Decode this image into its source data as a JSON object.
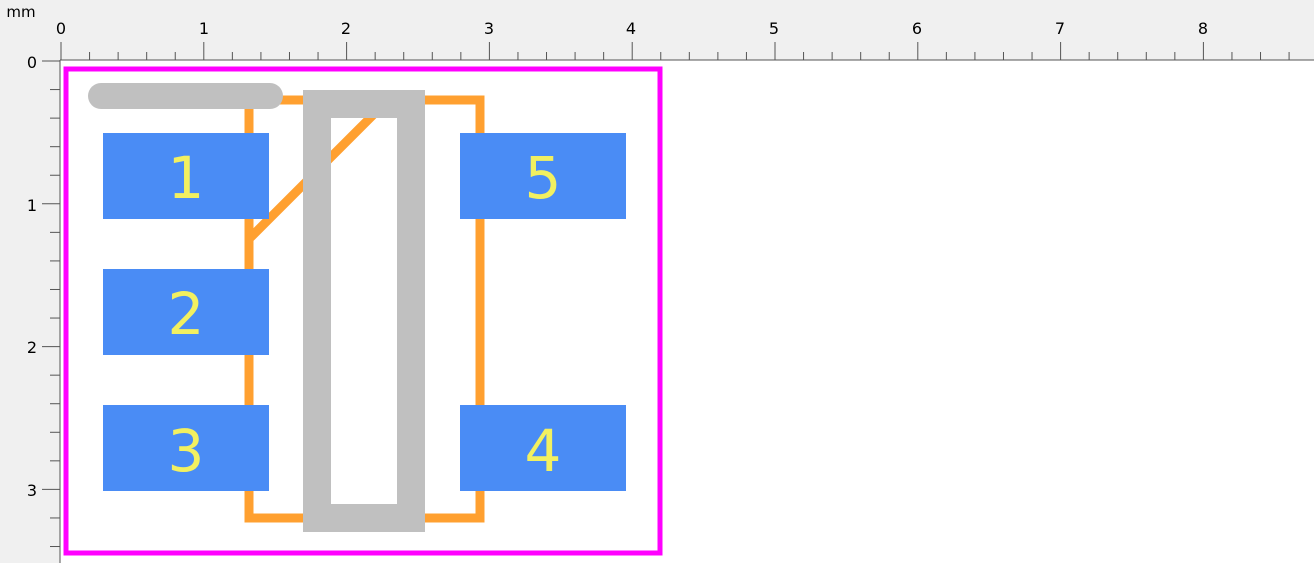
{
  "ruler": {
    "unit": "mm",
    "top_labels": [
      "0",
      "1",
      "2",
      "3",
      "4",
      "5",
      "6",
      "7",
      "8"
    ],
    "left_labels": [
      "0",
      "1",
      "2",
      "3"
    ]
  },
  "pads": [
    {
      "label": "1"
    },
    {
      "label": "2"
    },
    {
      "label": "3"
    },
    {
      "label": "4"
    },
    {
      "label": "5"
    }
  ],
  "colors": {
    "ruler_bg": "#f0f0f0",
    "canvas_bg": "#ffffff",
    "board_outline": "#ff00ff",
    "pad_fill": "#4a8cf5",
    "pad_text": "#f2f060",
    "silkscreen_outline": "#ffa030",
    "courtyard_gray": "#c0c0c0"
  }
}
